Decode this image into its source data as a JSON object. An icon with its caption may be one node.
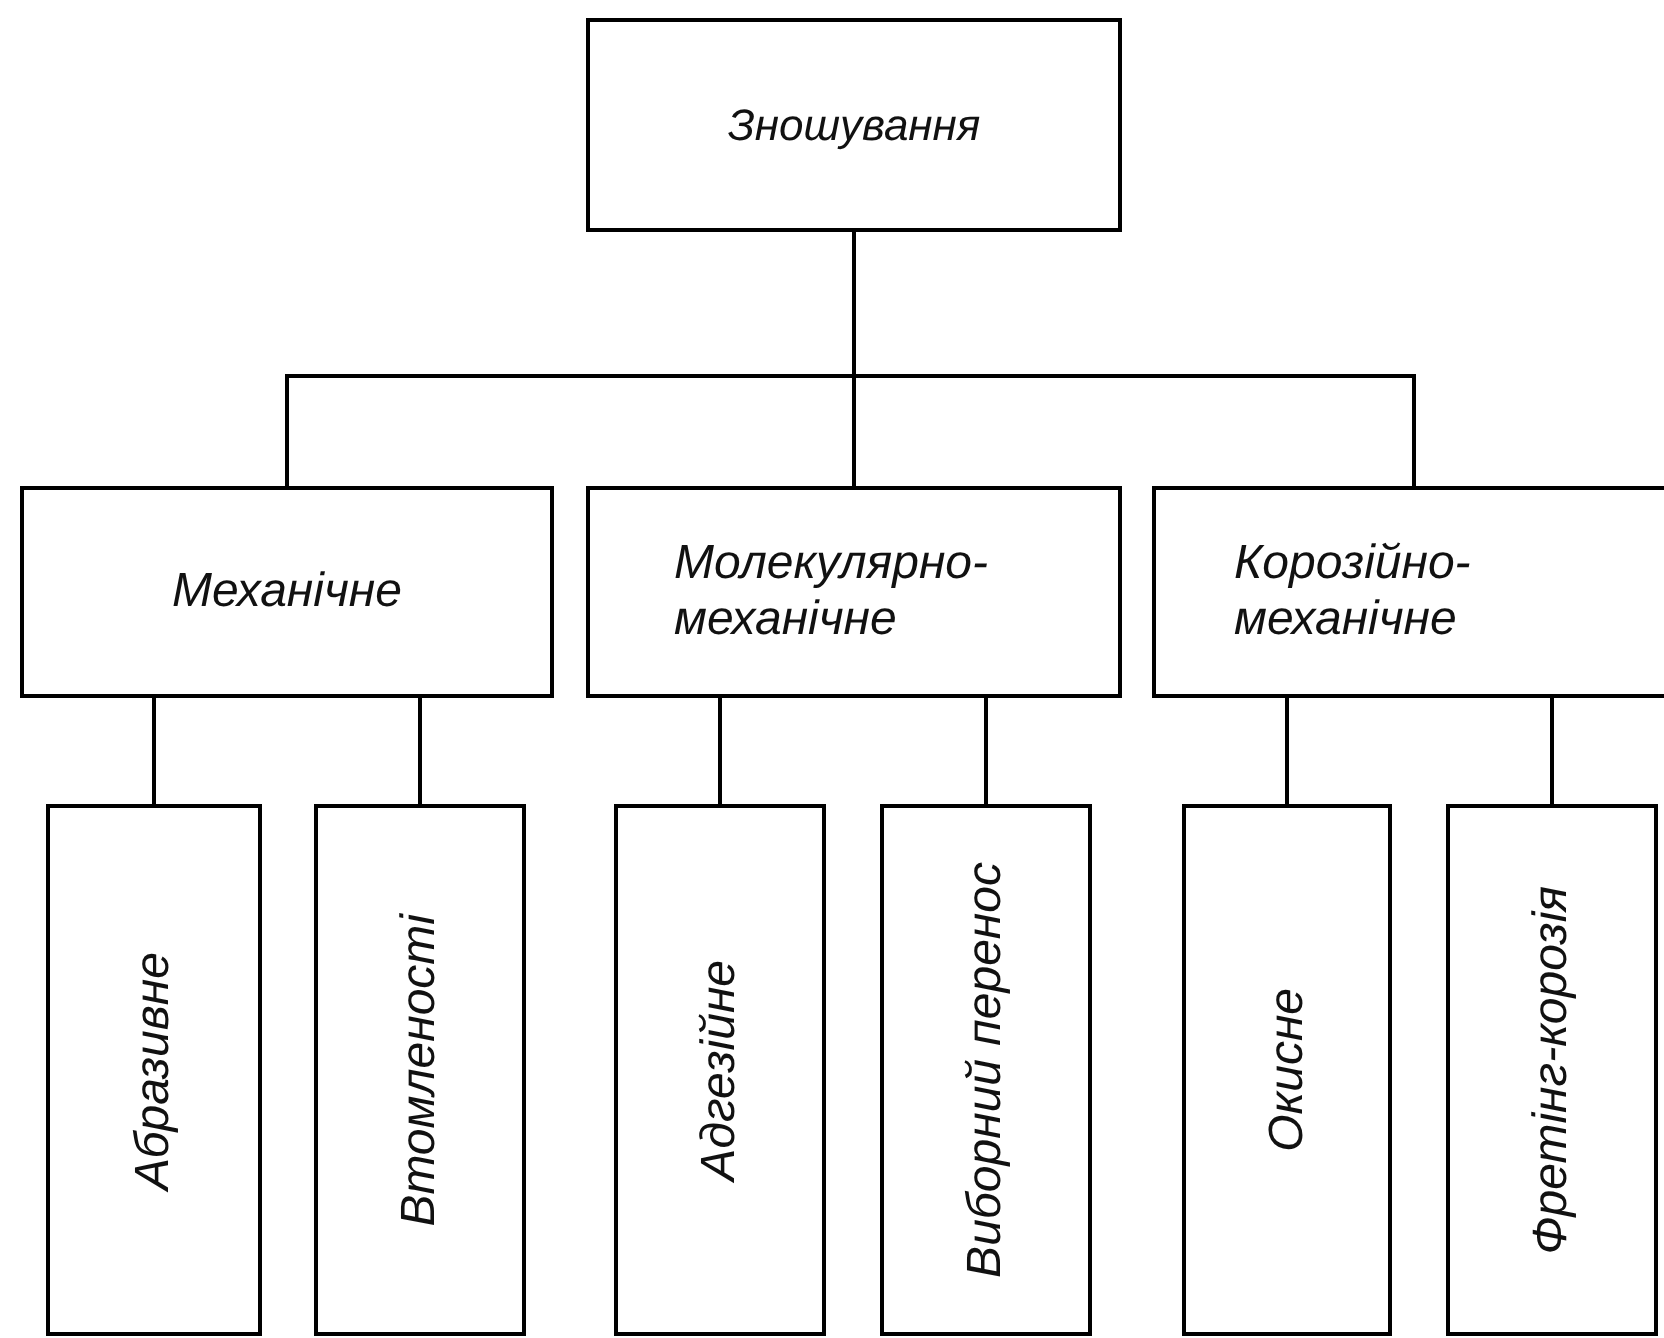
{
  "diagram": {
    "nodes": [
      {
        "text": [
          "Зношування"
        ]
      },
      {
        "text": [
          "Механічне"
        ]
      },
      {
        "text": [
          "Молекулярно- механічне"
        ]
      },
      {
        "text": [
          "Корозійно- механічне"
        ]
      },
      {
        "text": [
          "Абразивне"
        ]
      },
      {
        "text": [
          "Втомленості"
        ]
      },
      {
        "text": [
          "Адгезійне"
        ]
      },
      {
        "text": [
          "Виборний перенос"
        ]
      },
      {
        "text": [
          "Окисне"
        ]
      },
      {
        "text": [
          "Фретінг-корозія"
        ]
      }
    ],
    "edges": [
      {
        "from": 0,
        "to": 1,
        "arrow": "none"
      },
      {
        "from": 0,
        "to": 2,
        "arrow": "none"
      },
      {
        "from": 0,
        "to": 3,
        "arrow": "none"
      },
      {
        "from": 1,
        "to": 4,
        "arrow": "none"
      },
      {
        "from": 1,
        "to": 5,
        "arrow": "none"
      },
      {
        "from": 2,
        "to": 6,
        "arrow": "none"
      },
      {
        "from": 2,
        "to": 7,
        "arrow": "none"
      },
      {
        "from": 3,
        "to": 8,
        "arrow": "none"
      },
      {
        "from": 3,
        "to": 9,
        "arrow": "none"
      }
    ]
  }
}
